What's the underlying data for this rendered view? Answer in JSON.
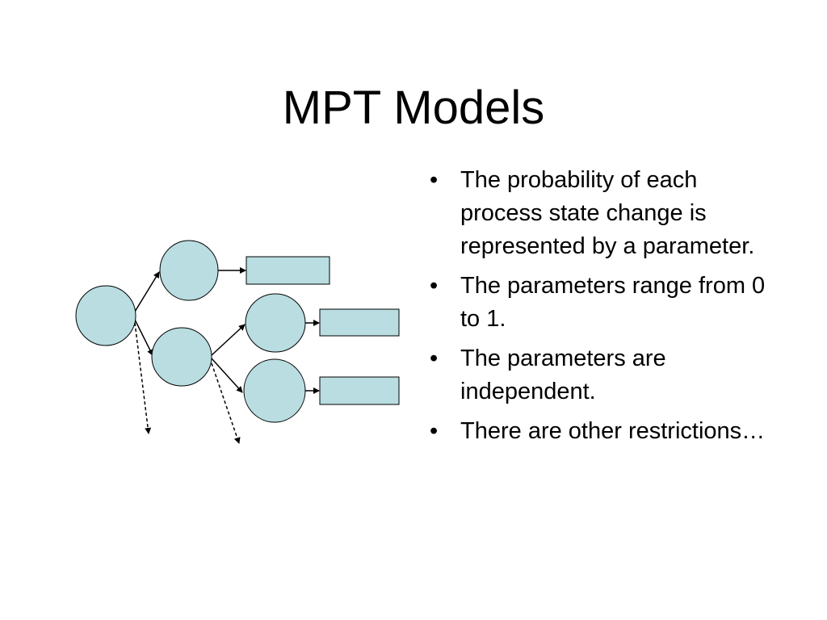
{
  "slide": {
    "title": "MPT Models"
  },
  "bullets": [
    {
      "text": "The probability of each process state change is represented by a parameter."
    },
    {
      "text": "The parameters range from 0 to 1."
    },
    {
      "text": "The parameters are independent."
    },
    {
      "text": "There are other restrictions…"
    }
  ],
  "diagram": {
    "node_fill": "#b9dde1",
    "stroke": "#000000"
  }
}
